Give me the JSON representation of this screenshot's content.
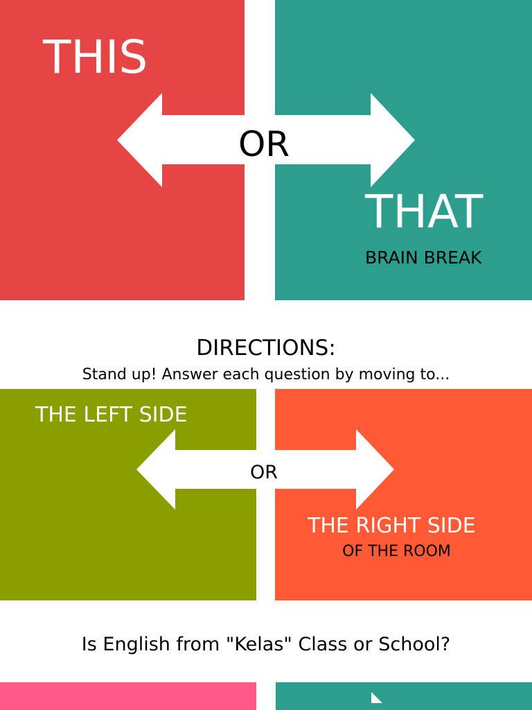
{
  "colors": {
    "red": "#E64545",
    "teal": "#2C9E8E",
    "olive": "#8A9E00",
    "orange": "#FF5A36",
    "pink": "#FF5A8A",
    "white": "#FFFFFF",
    "black": "#000000"
  },
  "panel_1": {
    "this_label": "THIS",
    "or_label": "OR",
    "that_label": "THAT",
    "subtitle": "BRAIN BREAK"
  },
  "directions": {
    "heading": "DIRECTIONS:",
    "instruction": "Stand up! Answer each question by moving to..."
  },
  "panel_2": {
    "left_label": "THE LEFT SIDE",
    "or_label": "OR",
    "right_label": "THE RIGHT SIDE",
    "right_sub": "OF THE ROOM"
  },
  "question": {
    "text": "Is English from \"Kelas\" Class or School?"
  }
}
